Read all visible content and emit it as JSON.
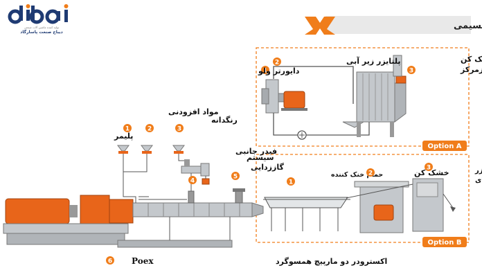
{
  "logo": {
    "text": "dibaj",
    "tagline_top": "تولید کننده ماشین آلات صنعتی",
    "tagline": "دیباج صنعت پاسارگاد"
  },
  "header": {
    "title": "فرآیند تغذیه تقسیمی"
  },
  "main_line": {
    "polymer": {
      "num": "1",
      "label": "پلیمر"
    },
    "additives": {
      "num": "2",
      "label": "مواد افزودنی"
    },
    "pigment": {
      "num": "3",
      "label": "رنگدانه"
    },
    "side_feeder": {
      "num": "4",
      "label": "فیدر جانبی"
    },
    "degassing": {
      "num": "5",
      "label_line1": "سیستم",
      "label_line2": "گاززدایی"
    },
    "extruder": {
      "num": "6",
      "label_prefix": "اکسترودر دو مارپیچ همسوگرد",
      "label_brand": "Poex"
    }
  },
  "option_a": {
    "badge": "Option A",
    "diverter": {
      "num": "1",
      "label": "دایورتر ولو"
    },
    "underwater": {
      "num": "2",
      "label": "پلتایزر زیر آبی"
    },
    "dryer": {
      "num": "3",
      "label_line1": "خشک کن",
      "label_line2": "گریزازمرکز"
    }
  },
  "option_b": {
    "badge": "Option B",
    "bath": {
      "num": "1",
      "label": "حمام خنک کننده"
    },
    "dryer": {
      "num": "2",
      "label": "خشک کن"
    },
    "strand": {
      "num": "3",
      "label_line1": "پلتایزر",
      "label_line2": "رشته ای"
    }
  },
  "colors": {
    "accent": "#f07d1a",
    "dashed": "#f07d1a",
    "machine": "#b8bcc0",
    "motor": "#e8651a"
  }
}
